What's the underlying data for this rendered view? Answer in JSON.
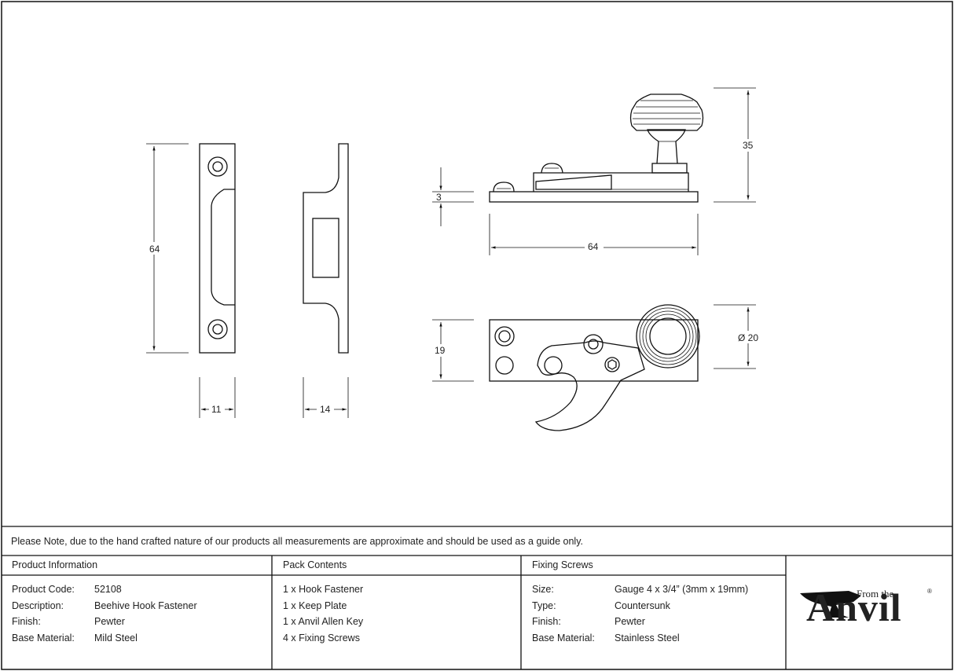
{
  "dimensions": {
    "keep_height": "64",
    "keep_width": "11",
    "keep_depth": "14",
    "plate_thickness": "3",
    "total_height": "35",
    "plate_length": "64",
    "plate_width": "19",
    "knob_diameter": "Ø 20"
  },
  "note": "Please Note, due to the hand crafted nature of our products all measurements are approximate and should be used as a guide only.",
  "product_info": {
    "title": "Product Information",
    "rows": [
      {
        "label": "Product Code:",
        "value": "52108"
      },
      {
        "label": "Description:",
        "value": "Beehive Hook Fastener"
      },
      {
        "label": "Finish:",
        "value": "Pewter"
      },
      {
        "label": "Base Material:",
        "value": "Mild Steel"
      }
    ]
  },
  "pack_contents": {
    "title": "Pack Contents",
    "items": [
      "1 x Hook Fastener",
      "1 x Keep Plate",
      "1 x Anvil Allen Key",
      "4 x Fixing Screws"
    ]
  },
  "fixing_screws": {
    "title": "Fixing Screws",
    "rows": [
      {
        "label": "Size:",
        "value": "Gauge 4 x 3/4” (3mm x 19mm)"
      },
      {
        "label": "Type:",
        "value": "Countersunk"
      },
      {
        "label": "Finish:",
        "value": "Pewter"
      },
      {
        "label": "Base Material:",
        "value": "Stainless Steel"
      }
    ]
  },
  "logo": {
    "from_text": "From the",
    "brand_text": "Anvil",
    "reg_mark": "®"
  }
}
